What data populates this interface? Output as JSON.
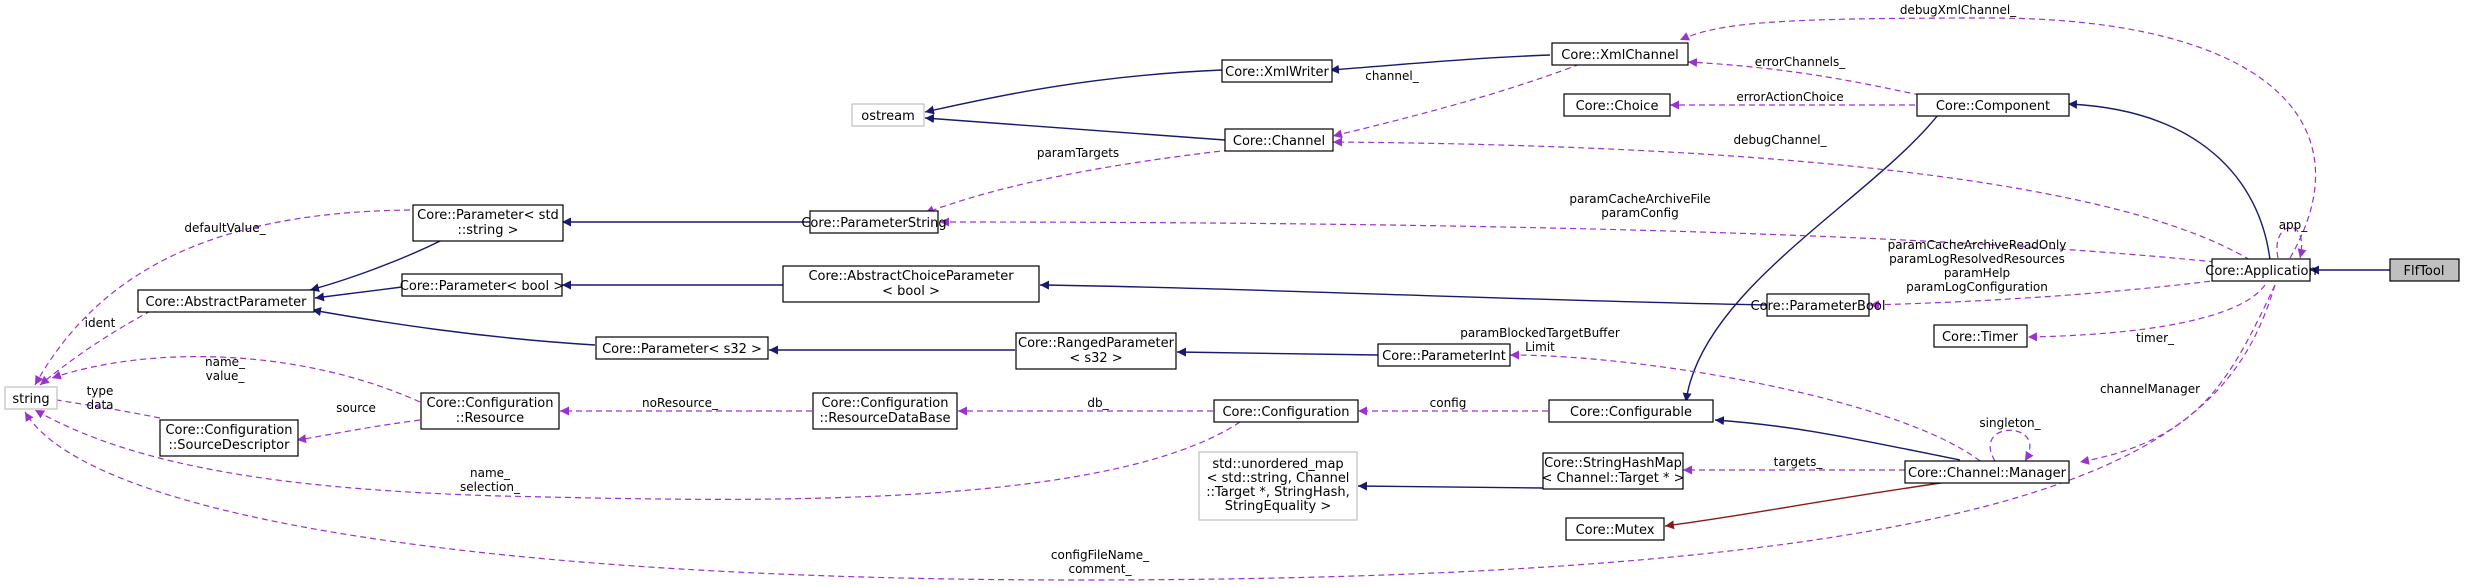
{
  "nodes": {
    "flftool": "FlfTool",
    "application": "Core::Application",
    "component": "Core::Component",
    "xmlchannel": "Core::XmlChannel",
    "xmlwriter": "Core::XmlWriter",
    "ostream": "ostream",
    "channel": "Core::Channel",
    "choice": "Core::Choice",
    "param_string_std": [
      "Core::Parameter< std",
      "::string >"
    ],
    "parameter_string": "Core::ParameterString",
    "abstract_parameter": "Core::AbstractParameter",
    "param_bool_t": "Core::Parameter< bool >",
    "abstract_choice": [
      "Core::AbstractChoiceParameter",
      "< bool >"
    ],
    "parameter_bool": "Core::ParameterBool",
    "param_s32": "Core::Parameter< s32 >",
    "ranged_param": [
      "Core::RangedParameter",
      "< s32 >"
    ],
    "parameter_int": "Core::ParameterInt",
    "timer": "Core::Timer",
    "string": "string",
    "config_resource": [
      "Core::Configuration",
      "::Resource"
    ],
    "config_source": [
      "Core::Configuration",
      "::SourceDescriptor"
    ],
    "config_resdb": [
      "Core::Configuration",
      "::ResourceDataBase"
    ],
    "configuration": "Core::Configuration",
    "configurable": "Core::Configurable",
    "manager": "Core::Channel::Manager",
    "unordered_map": [
      "std::unordered_map",
      "< std::string, Channel",
      "::Target *, StringHash,",
      "StringEquality >"
    ],
    "string_hash_map": [
      "Core::StringHashMap",
      "< Channel::Target * >"
    ],
    "mutex": "Core::Mutex"
  },
  "edge_labels": {
    "debug_xml_channel": "debugXmlChannel_",
    "channel_": "channel_",
    "error_channels": "errorChannels_",
    "error_action_choice": "errorActionChoice",
    "param_targets": "paramTargets",
    "debug_channel": "debugChannel_",
    "param_cache_archive": [
      "paramCacheArchiveFile",
      "paramConfig"
    ],
    "app": "app_",
    "param_bools": [
      "paramCacheArchiveReadOnly",
      "paramLogResolvedResources",
      "paramHelp",
      "paramLogConfiguration"
    ],
    "default_value": "defaultValue_",
    "ident": "ident",
    "name_value": [
      "name_",
      "value_"
    ],
    "type_data": [
      "type",
      "data"
    ],
    "source": "source",
    "no_resource": "noResource_",
    "db": "db_",
    "config": "config",
    "blocked_target": [
      "paramBlockedTargetBuffer",
      "Limit"
    ],
    "timer": "timer_",
    "channel_manager": "channelManager",
    "singleton": "singleton_",
    "targets": "targets_",
    "name_selection": [
      "name_",
      "selection_"
    ],
    "config_file_name": [
      "configFileName_",
      "comment_"
    ]
  },
  "colors": {
    "inheritance": "#191970",
    "usage": "#9a32cd",
    "private_inheritance": "#8b1a1a",
    "focus_fill": "#bfbfbf",
    "external_border": "#bfbfbf"
  }
}
